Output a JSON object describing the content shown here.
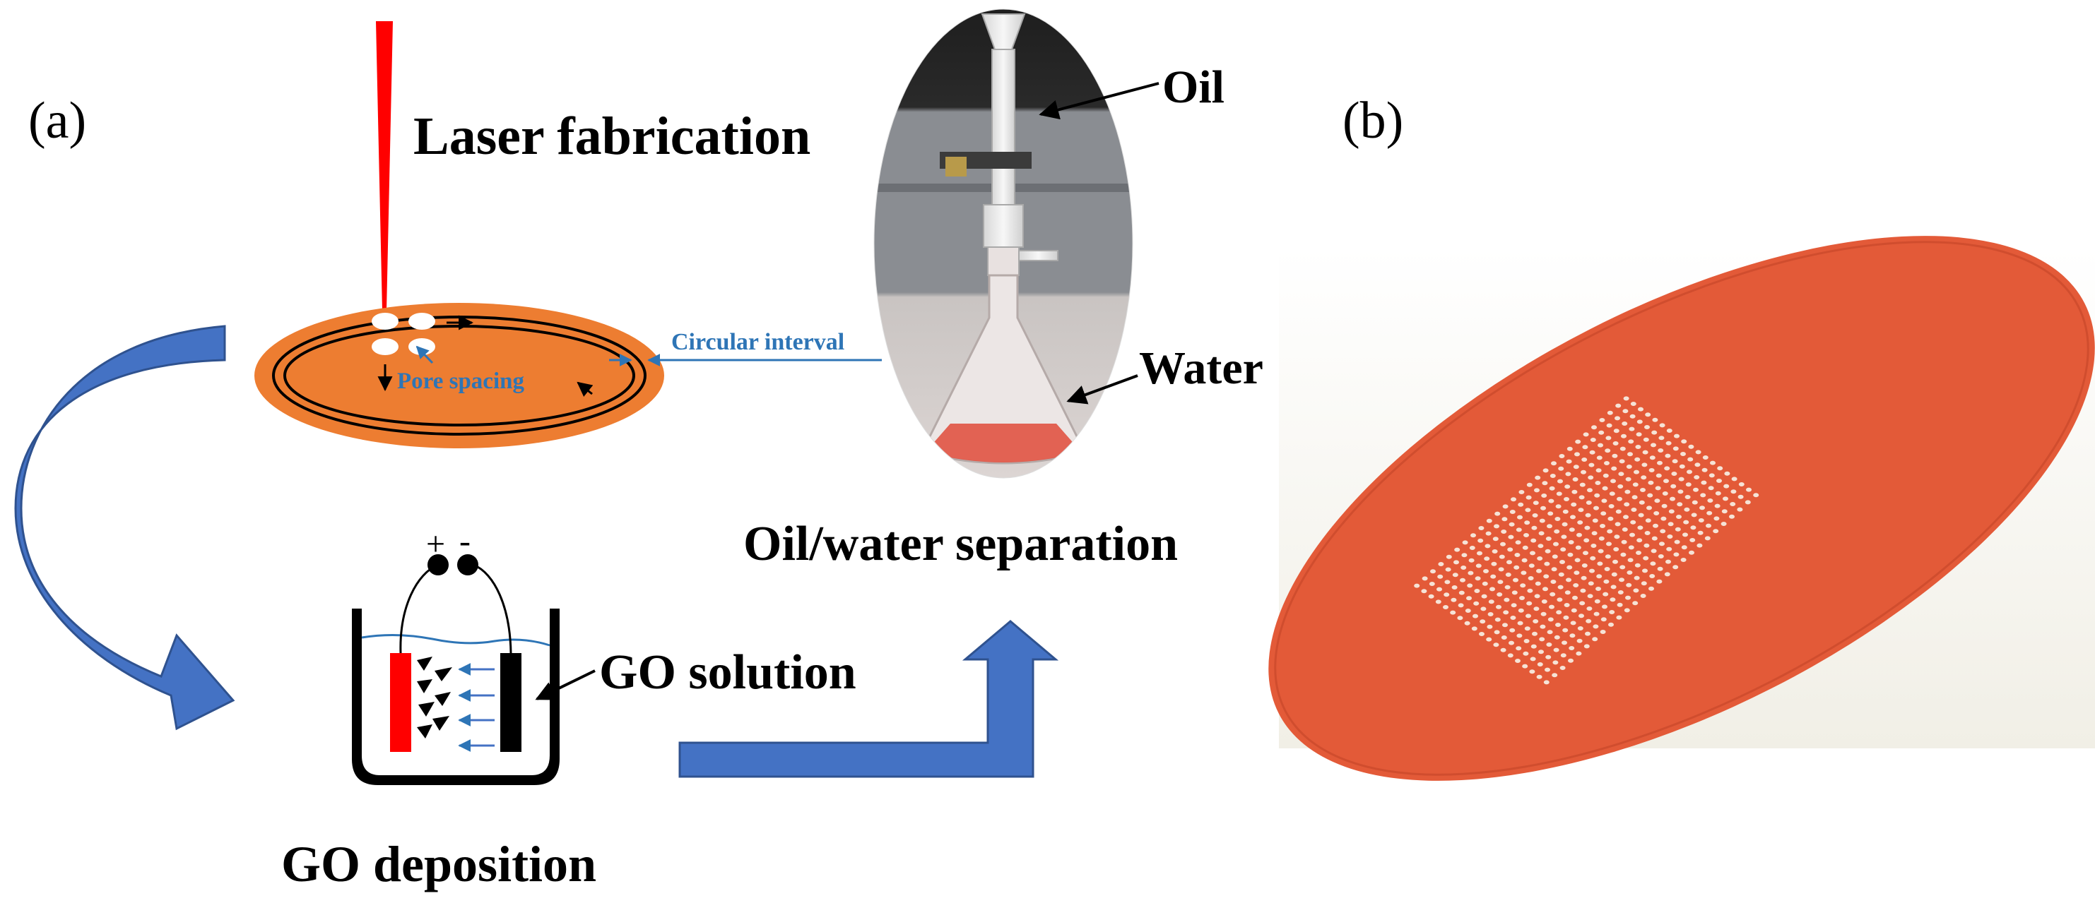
{
  "panel_a": {
    "label": "(a)",
    "laser_title": "Laser fabrication",
    "circular_interval_label": "Circular interval",
    "pore_spacing_label": "Pore spacing",
    "separation_oil_label": "Oil",
    "separation_water_label": "Water",
    "separation_title": "Oil/water separation",
    "electrode_plus": "+",
    "electrode_minus": "-",
    "solution_label": "GO solution",
    "deposition_title": "GO deposition"
  },
  "panel_b": {
    "label": "(b)"
  },
  "colors": {
    "membrane_orange": "#ED7D31",
    "laser_red": "#FF0000",
    "flow_arrow_blue": "#4472C4",
    "annotation_blue": "#2E75B6",
    "filtrate_red": "#E04A3A",
    "membrane_photo": "#E35A38"
  },
  "icons": [
    "laser-beam-icon",
    "curved-arrow-icon",
    "bent-arrow-icon",
    "flask-icon",
    "beaker-icon"
  ]
}
